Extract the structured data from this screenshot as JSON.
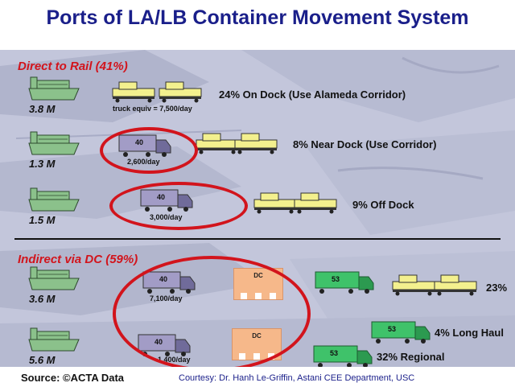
{
  "title": "Ports of LA/LB Container Movement System",
  "sections": {
    "direct": "Direct  to Rail (41%)",
    "indirect": "Indirect  via DC (59%)"
  },
  "rows": {
    "r1": {
      "volume": "3.8 M",
      "truck_equiv": "truck equiv = 7,500/day",
      "label": "24% On Dock (Use Alameda Corridor)"
    },
    "r2": {
      "volume": "1.3 M",
      "truck_num": "40",
      "per_day": "2,600/day",
      "label": "8% Near Dock (Use Corridor)"
    },
    "r3": {
      "volume": "1.5 M",
      "truck_num": "40",
      "per_day": "3,000/day",
      "label": "9% Off Dock"
    },
    "r4": {
      "volume": "3.6 M",
      "truck_num": "40",
      "per_day": "7,100/day",
      "dc": "DC",
      "dom_num": "53",
      "label": "23%"
    },
    "r5": {
      "volume": "5.6 M",
      "truck_num": "40",
      "per_day": "1,400/day",
      "dc": "DC",
      "dom_num_a": "53",
      "label_a": "4% Long Haul",
      "dom_num_b": "53",
      "label_b": "32% Regional"
    }
  },
  "footer": {
    "source": "Source: ©ACTA Data",
    "courtesy": "Courtesy: Dr. Hanh Le-Griffin, Astani CEE Department, USC"
  },
  "colors": {
    "title": "#1a1f8a",
    "red": "#d2141c",
    "ship": "#8bc18b",
    "rail": "#f3f08e",
    "truck40": "#a29cc6",
    "truck53": "#3fc26a",
    "dc": "#f6b88a"
  }
}
